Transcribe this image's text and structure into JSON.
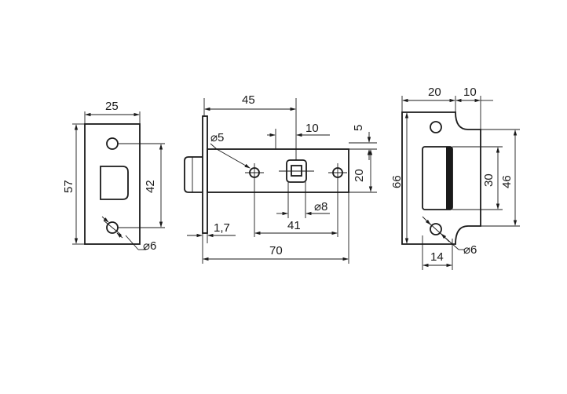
{
  "strike_plate": {
    "width_label": "25",
    "height_label": "57",
    "hole_spacing_label": "42",
    "hole_diameter_label": "⌀6"
  },
  "latch_body": {
    "backset_label": "45",
    "spindle_offset_label": "10",
    "offset_top_label": "5",
    "body_height_label": "20",
    "hole_diameter_small_label": "⌀5",
    "spindle_label": "⌀8",
    "hole_spacing_label": "41",
    "faceplate_thickness_label": "1,7",
    "body_length_label": "70"
  },
  "keeper": {
    "width_label": "20",
    "lip_label": "10",
    "height_label": "66",
    "opening_label": "30",
    "outer_height_label": "46",
    "hole_offset_label": "14",
    "hole_diameter_label": "⌀6"
  }
}
